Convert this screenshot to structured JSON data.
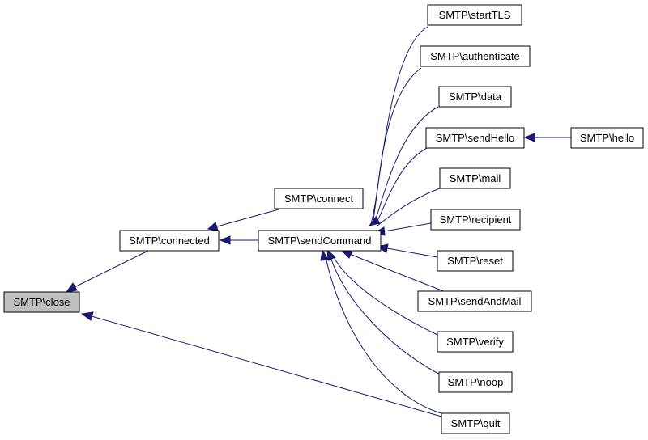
{
  "nodes": {
    "close": "SMTP\\close",
    "connected": "SMTP\\connected",
    "connect": "SMTP\\connect",
    "sendCommand": "SMTP\\sendCommand",
    "startTLS": "SMTP\\startTLS",
    "authenticate": "SMTP\\authenticate",
    "data": "SMTP\\data",
    "sendHello": "SMTP\\sendHello",
    "hello": "SMTP\\hello",
    "mail": "SMTP\\mail",
    "recipient": "SMTP\\recipient",
    "reset": "SMTP\\reset",
    "sendAndMail": "SMTP\\sendAndMail",
    "verify": "SMTP\\verify",
    "noop": "SMTP\\noop",
    "quit": "SMTP\\quit"
  },
  "colors": {
    "edge": "#191970",
    "highlight_fill": "#bfbfbf"
  }
}
